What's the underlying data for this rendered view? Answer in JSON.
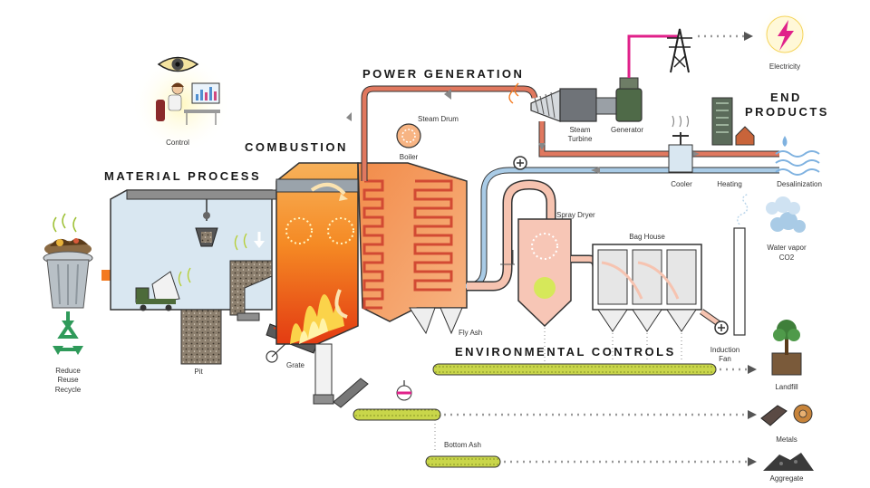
{
  "sections": {
    "material_process": "MATERIAL PROCESS",
    "combustion": "COMBUSTION",
    "power_generation": "POWER GENERATION",
    "end_products": [
      "END",
      "PRODUCTS"
    ],
    "environmental_controls": "ENVIRONMENTAL CONTROLS"
  },
  "labels": {
    "control": "Control",
    "reduce": "Reduce",
    "reuse": "Reuse",
    "recycle": "Recycle",
    "pit": "Pit",
    "grate": "Grate",
    "steam_drum": "Steam Drum",
    "boiler": "Boiler",
    "steam": "Steam",
    "turbine": "Turbine",
    "generator": "Generator",
    "electricity": "Electricity",
    "cooler": "Cooler",
    "heating": "Heating",
    "desalinization": "Desalinization",
    "spray_dryer": "Spray Dryer",
    "bag_house": "Bag House",
    "water_vapor": "Water vapor",
    "co2": "CO2",
    "fly_ash": "Fly Ash",
    "induction": "Induction",
    "fan": "Fan",
    "landfill": "Landfill",
    "metals": "Metals",
    "bottom_ash": "Bottom Ash",
    "aggregate": "Aggregate"
  },
  "colors": {
    "steam_pipe": "#e0785f",
    "cool_pipe": "#a9cbe6",
    "fire": "#f47a20",
    "boiler": "#f6a46a",
    "conveyor": "#c9d64a",
    "power_line": "#e0218a",
    "arrow": "#f47a20",
    "recycle": "#2f9a5a"
  }
}
